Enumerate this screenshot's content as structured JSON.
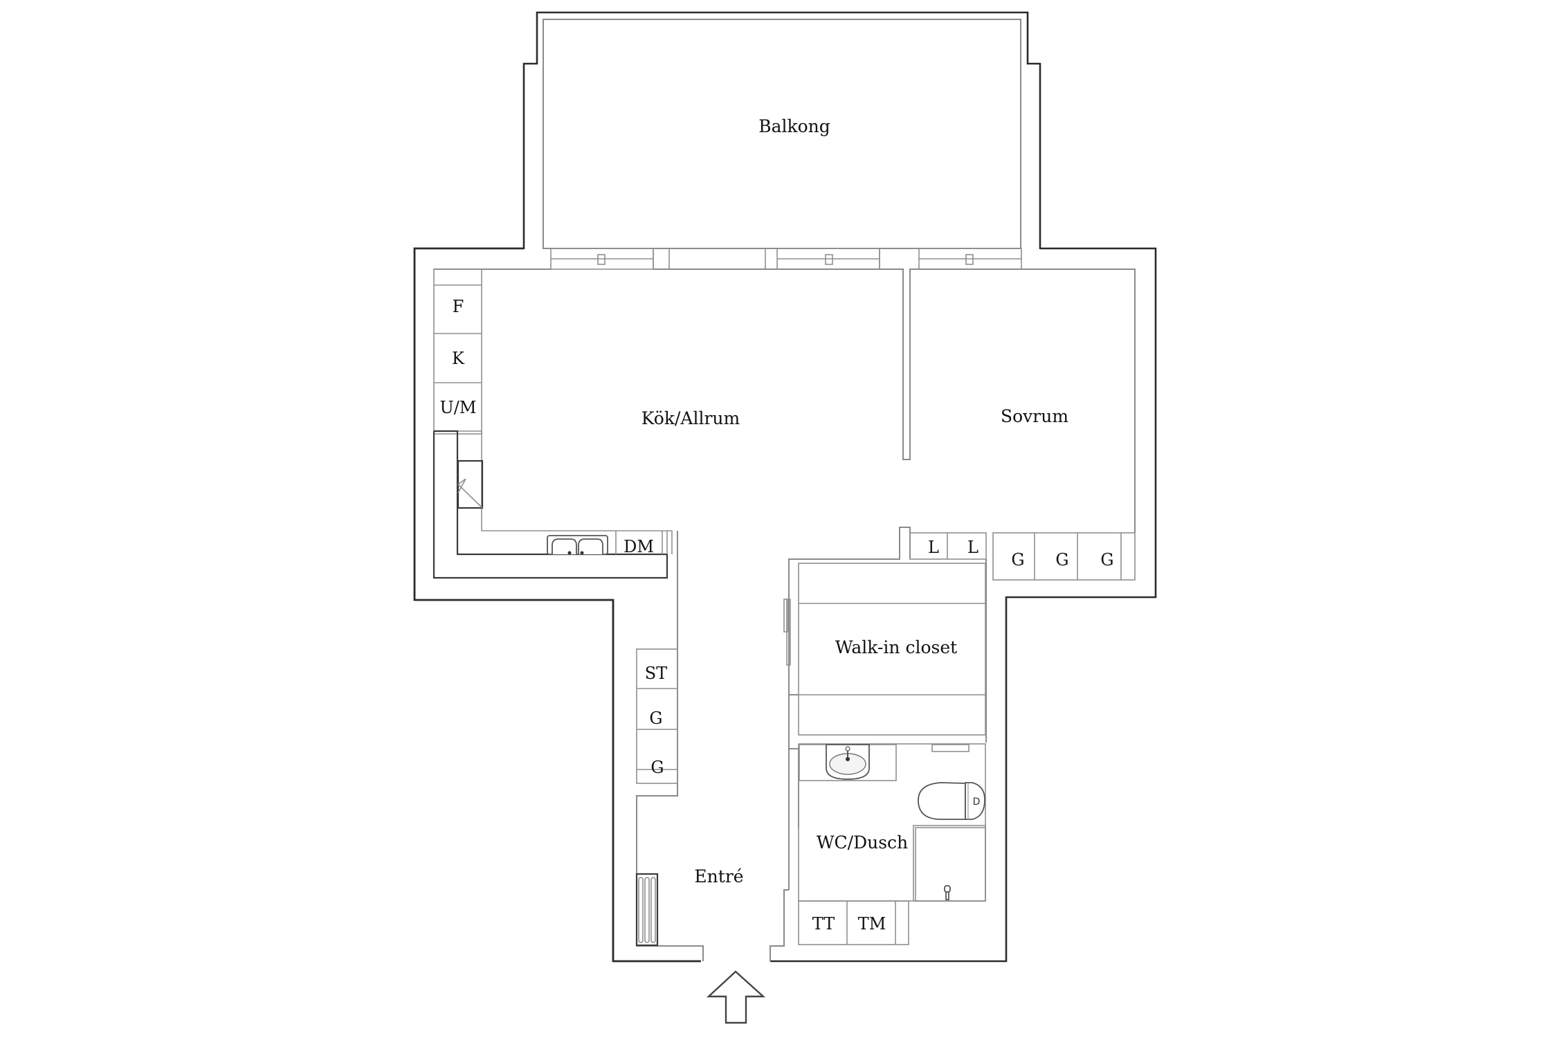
{
  "rooms": {
    "balcony": "Balkong",
    "kitchen_living": "Kök/Allrum",
    "bedroom": "Sovrum",
    "walk_in_closet": "Walk-in closet",
    "bathroom": "WC/Dusch",
    "entrance": "Entré"
  },
  "kitchen_units": {
    "fridge": "F",
    "freezer": "K",
    "oven_microwave": "U/M",
    "dishwasher": "DM"
  },
  "bedroom_units": {
    "linen_1": "L",
    "linen_2": "L",
    "wardrobe_1": "G",
    "wardrobe_2": "G",
    "wardrobe_3": "G"
  },
  "hall_units": {
    "cleaning_cabinet": "ST",
    "wardrobe_1": "G",
    "wardrobe_2": "G"
  },
  "laundry_units": {
    "dryer": "TT",
    "washer": "TM"
  },
  "fixtures": {
    "toilet_mark": "D"
  },
  "entrance_arrow": "entrance-arrow-icon",
  "colors": {
    "wall_outer": "#2b2b2b",
    "wall_inner": "#8a8a8a",
    "background": "#ffffff",
    "text": "#111111"
  }
}
